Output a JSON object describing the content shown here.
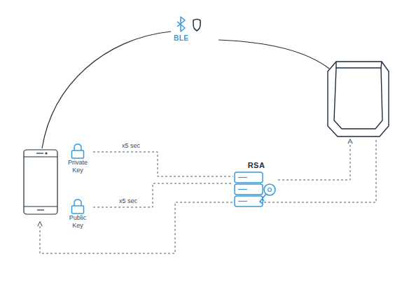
{
  "diagram": {
    "nodes": [
      {
        "text": [
          "Private Key"
        ]
      },
      {
        "text": [
          "Public Key"
        ]
      },
      {
        "text": [
          "RSA"
        ]
      }
    ],
    "edges": [
      {
        "from": 0,
        "to": 2,
        "label": "x5 sec",
        "arrow": "none"
      },
      {
        "from": 1,
        "to": 2,
        "label": "x5 sec",
        "arrow": "none"
      }
    ],
    "labels": [
      "BLE"
    ]
  }
}
